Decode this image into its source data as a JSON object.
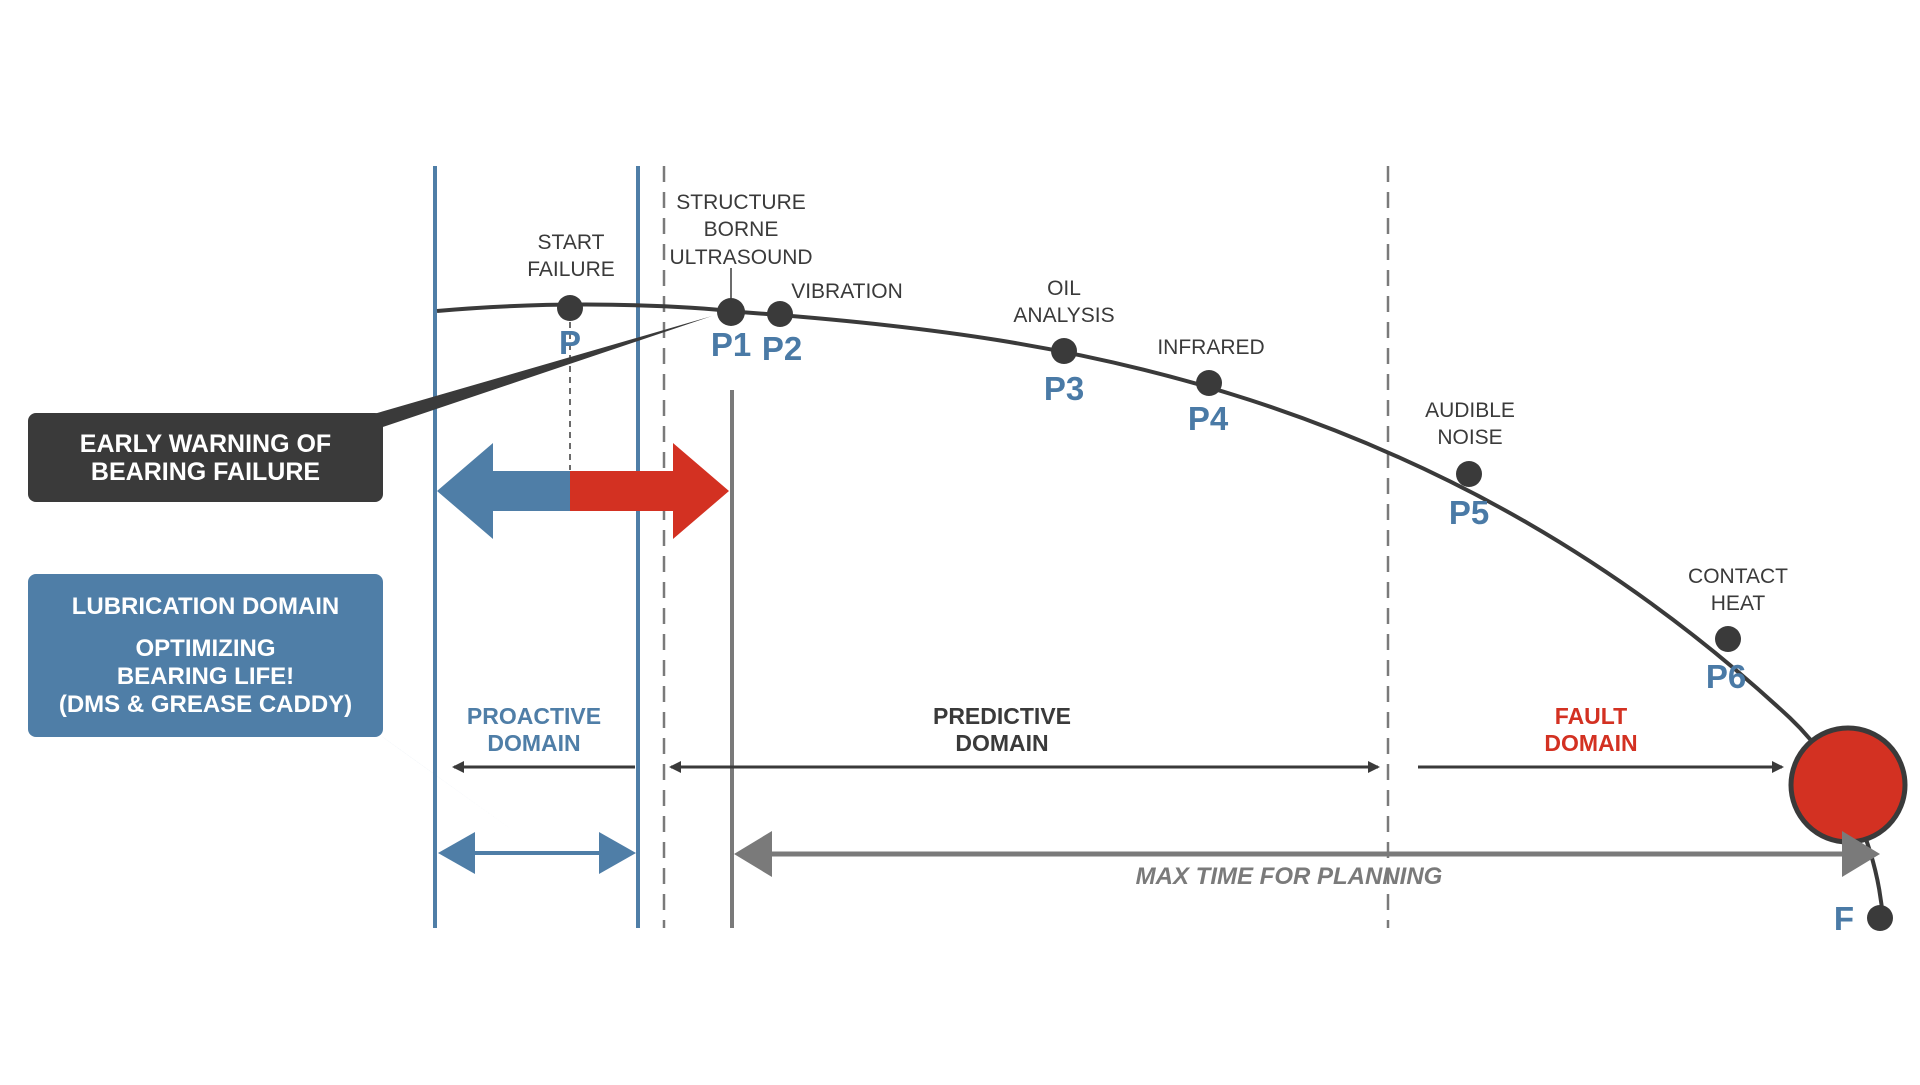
{
  "colors": {
    "curve": "#3a3a3a",
    "blue": "#4f7ea7",
    "red": "#d33122",
    "gray": "#7a7a7a",
    "dark": "#3a3a3a"
  },
  "callouts": {
    "early_warning": [
      "EARLY WARNING OF",
      "BEARING FAILURE"
    ],
    "lubrication": {
      "title": "LUBRICATION DOMAIN",
      "lines": [
        "OPTIMIZING",
        "BEARING LIFE!",
        "(DMS & GREASE CADDY)"
      ]
    }
  },
  "points": [
    {
      "id": "P",
      "label": [
        "START",
        "FAILURE"
      ]
    },
    {
      "id": "P1",
      "label": [
        "STRUCTURE",
        "BORNE",
        "ULTRASOUND"
      ]
    },
    {
      "id": "P2",
      "label": [
        "VIBRATION"
      ]
    },
    {
      "id": "P3",
      "label": [
        "OIL",
        "ANALYSIS"
      ]
    },
    {
      "id": "P4",
      "label": [
        "INFRARED"
      ]
    },
    {
      "id": "P5",
      "label": [
        "AUDIBLE",
        "NOISE"
      ]
    },
    {
      "id": "P6",
      "label": [
        "CONTACT",
        "HEAT"
      ]
    },
    {
      "id": "F",
      "label": []
    }
  ],
  "domains": {
    "proactive": [
      "PROACTIVE",
      "DOMAIN"
    ],
    "predictive": [
      "PREDICTIVE",
      "DOMAIN"
    ],
    "fault": [
      "FAULT",
      "DOMAIN"
    ]
  },
  "planning_label": "MAX TIME FOR PLANNING"
}
